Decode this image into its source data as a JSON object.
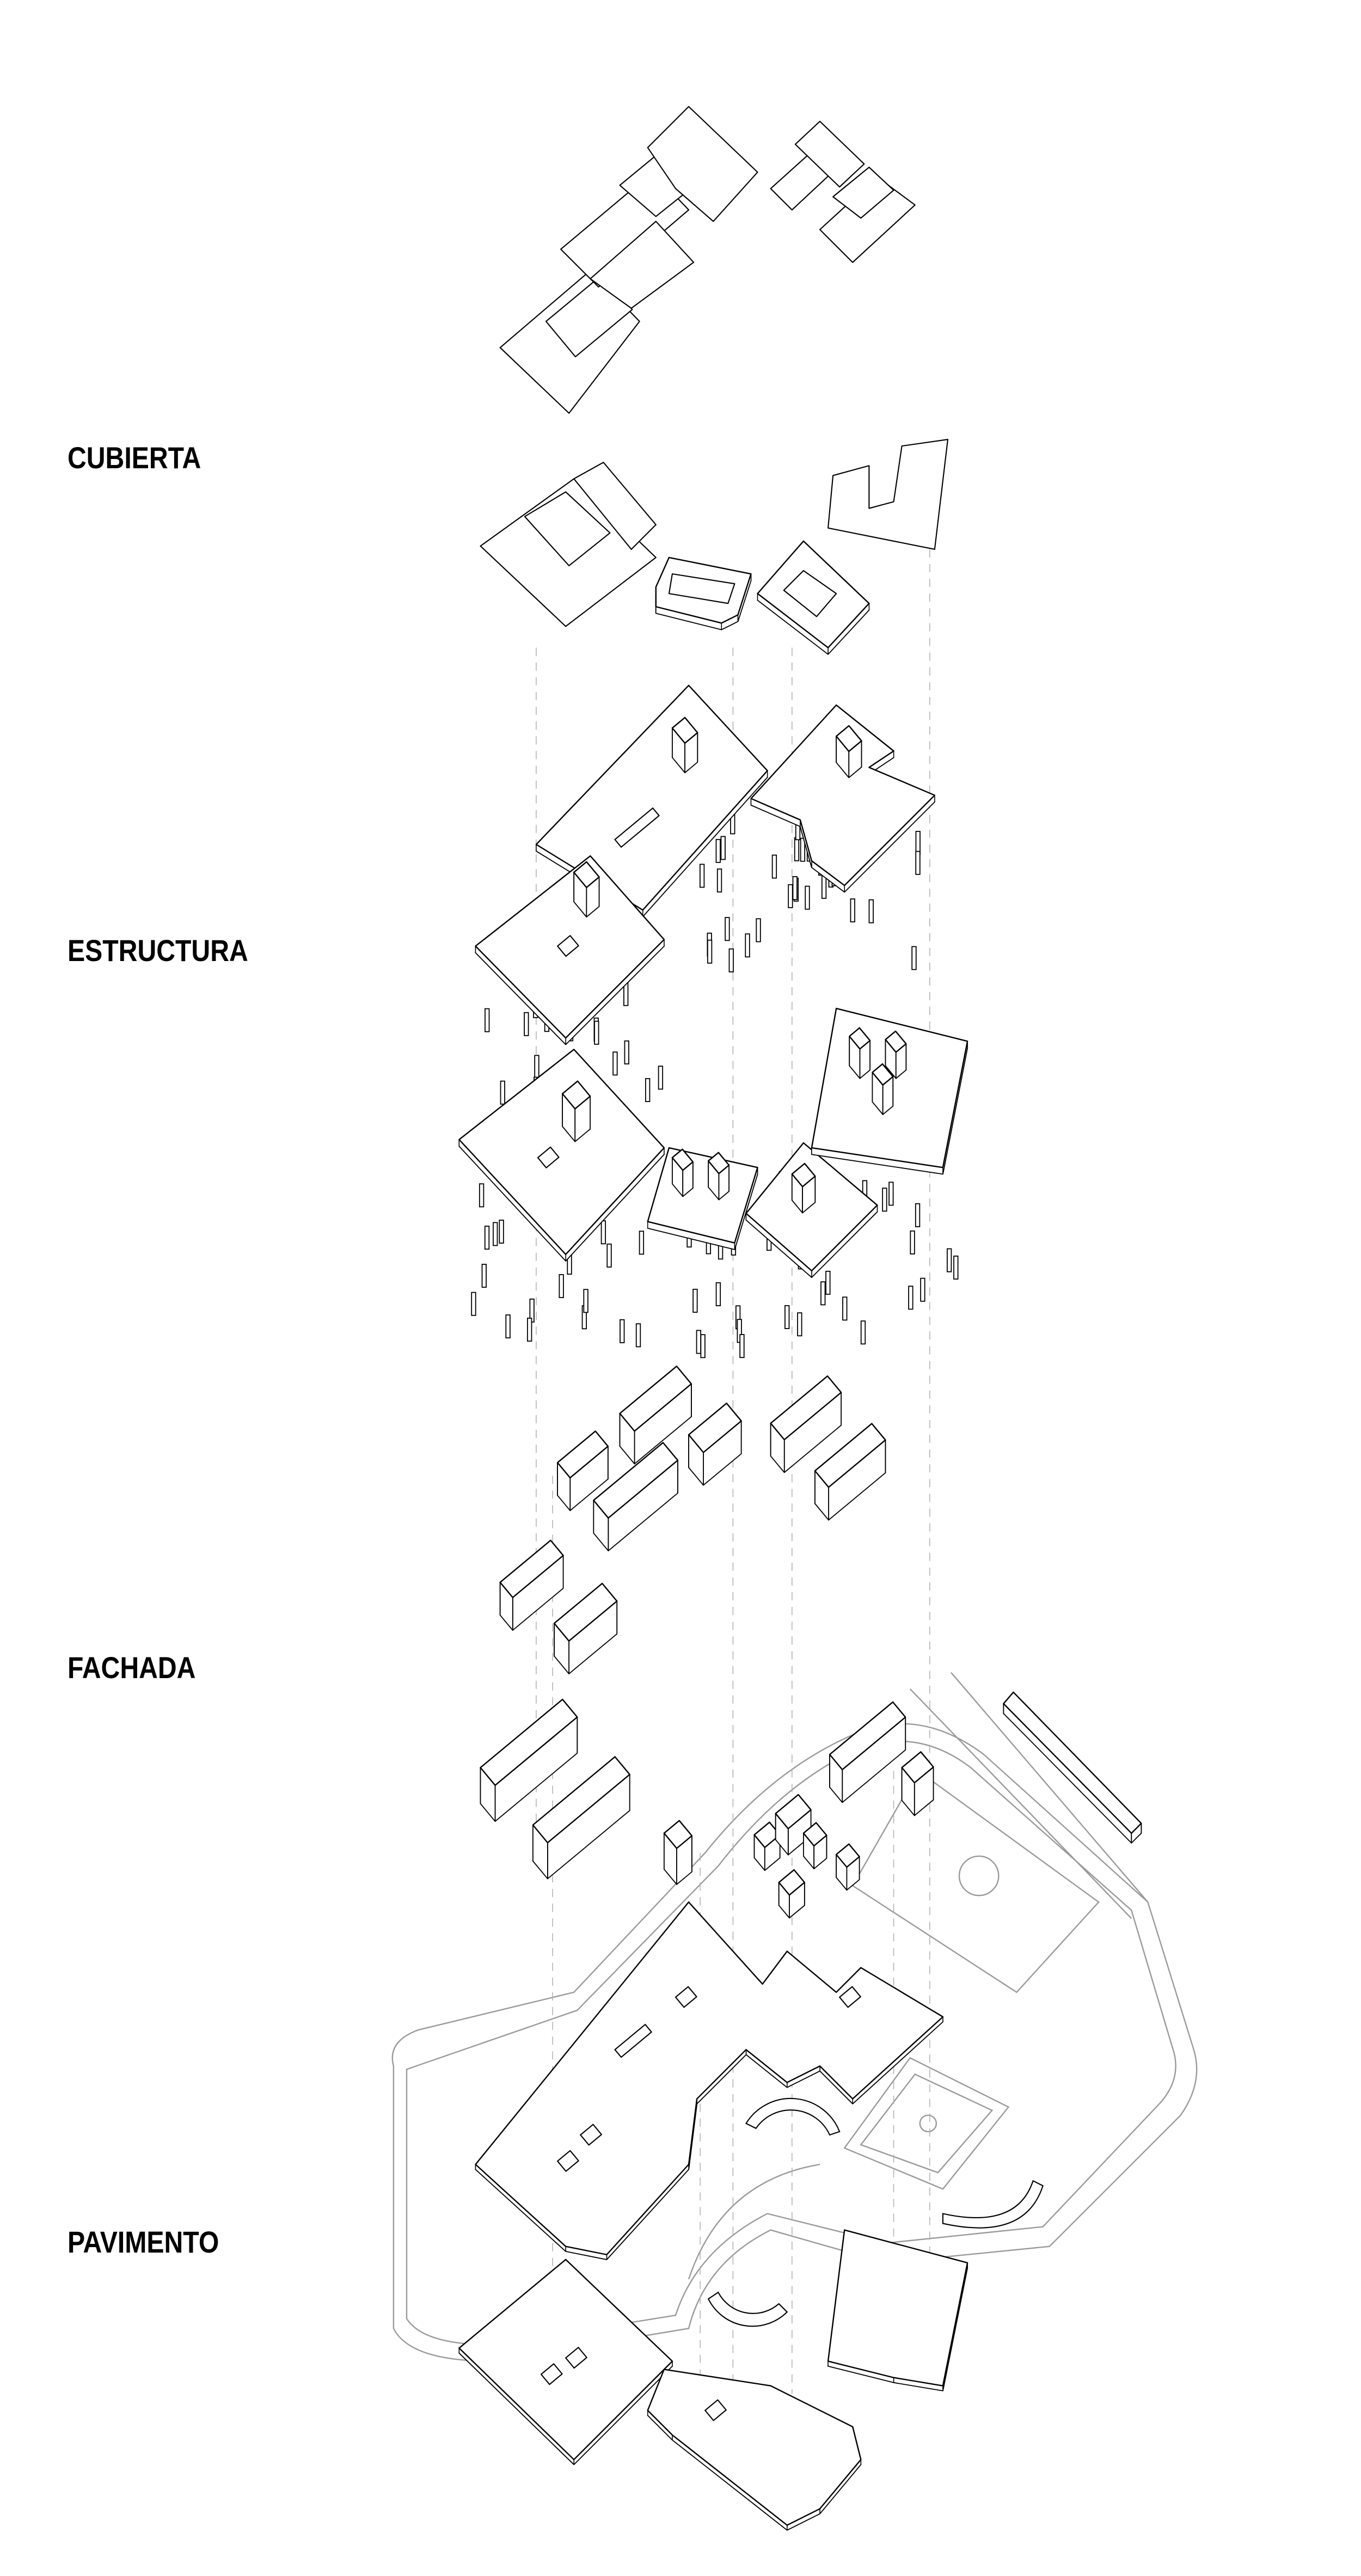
{
  "layers": [
    {
      "label": "CUBIERTA"
    },
    {
      "label": "ESTRUCTURA"
    },
    {
      "label": "FACHADA"
    },
    {
      "label": "PAVIMENTO"
    }
  ],
  "colors": {
    "line": "#000000",
    "site_line": "#9a9a9a",
    "guide_line": "#b0b0b0"
  }
}
